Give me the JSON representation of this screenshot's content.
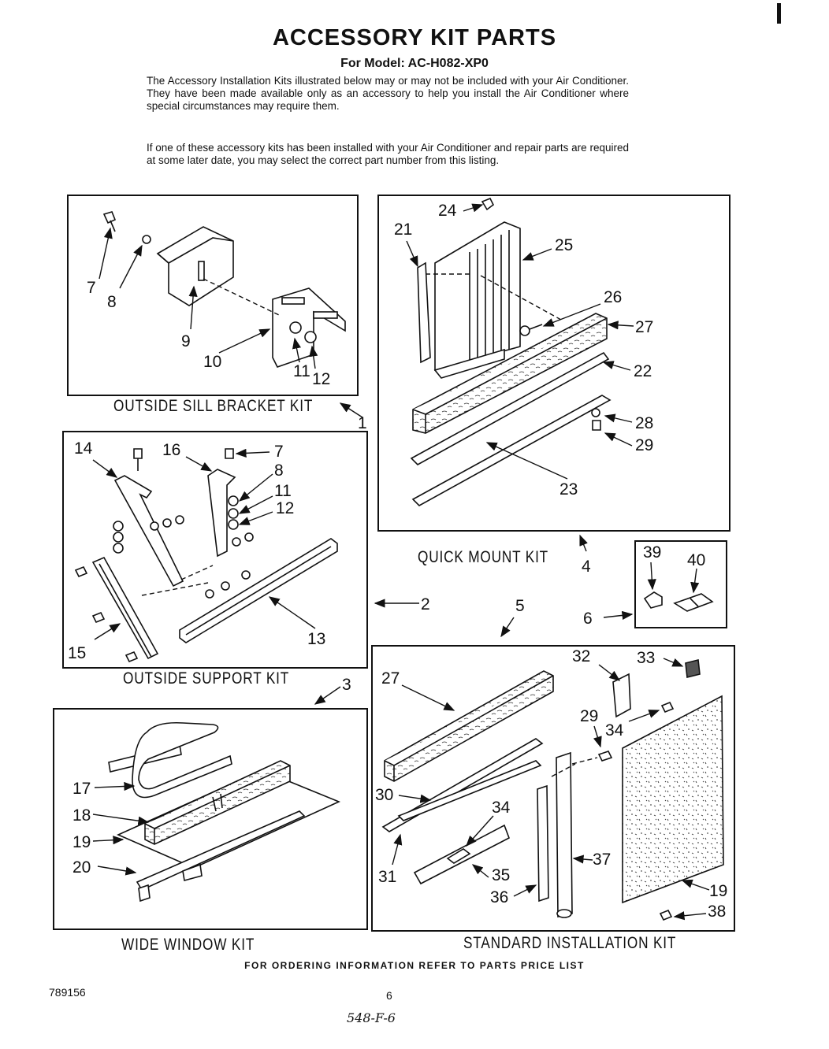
{
  "header": {
    "title": "ACCESSORY KIT PARTS",
    "model": "For Model: AC-H082-XP0",
    "paragraph1": "The Accessory Installation Kits illustrated below may or may not be included with your Air Conditioner. They have been made available only as an accessory to help you install the Air Conditioner where special circumstances may require them.",
    "paragraph2": "If one of these accessory kits has been installed with your Air Conditioner and repair parts are required at some later date, you may select the correct part number from this listing."
  },
  "kits": {
    "outside_sill_bracket": "OUTSIDE SILL BRACKET KIT",
    "quick_mount": "QUICK MOUNT KIT",
    "outside_support": "OUTSIDE SUPPORT KIT",
    "wide_window": "WIDE WINDOW KIT",
    "standard_installation": "STANDARD INSTALLATION KIT"
  },
  "callouts": {
    "sill": [
      "7",
      "8",
      "9",
      "10",
      "11",
      "12",
      "1"
    ],
    "quick": [
      "24",
      "21",
      "25",
      "26",
      "27",
      "22",
      "28",
      "29",
      "23",
      "4"
    ],
    "support": [
      "14",
      "16",
      "7",
      "8",
      "11",
      "12",
      "13",
      "15",
      "2",
      "3"
    ],
    "small": [
      "39",
      "40",
      "6"
    ],
    "standard": [
      "5",
      "32",
      "33",
      "27",
      "29",
      "34",
      "34",
      "30",
      "31",
      "35",
      "36",
      "37",
      "19",
      "38"
    ],
    "wide": [
      "17",
      "18",
      "19",
      "20"
    ]
  },
  "footer": {
    "ordering": "FOR ORDERING INFORMATION REFER TO PARTS PRICE LIST",
    "doc_number": "789156",
    "page": "6",
    "handwritten": "548-F-6"
  }
}
